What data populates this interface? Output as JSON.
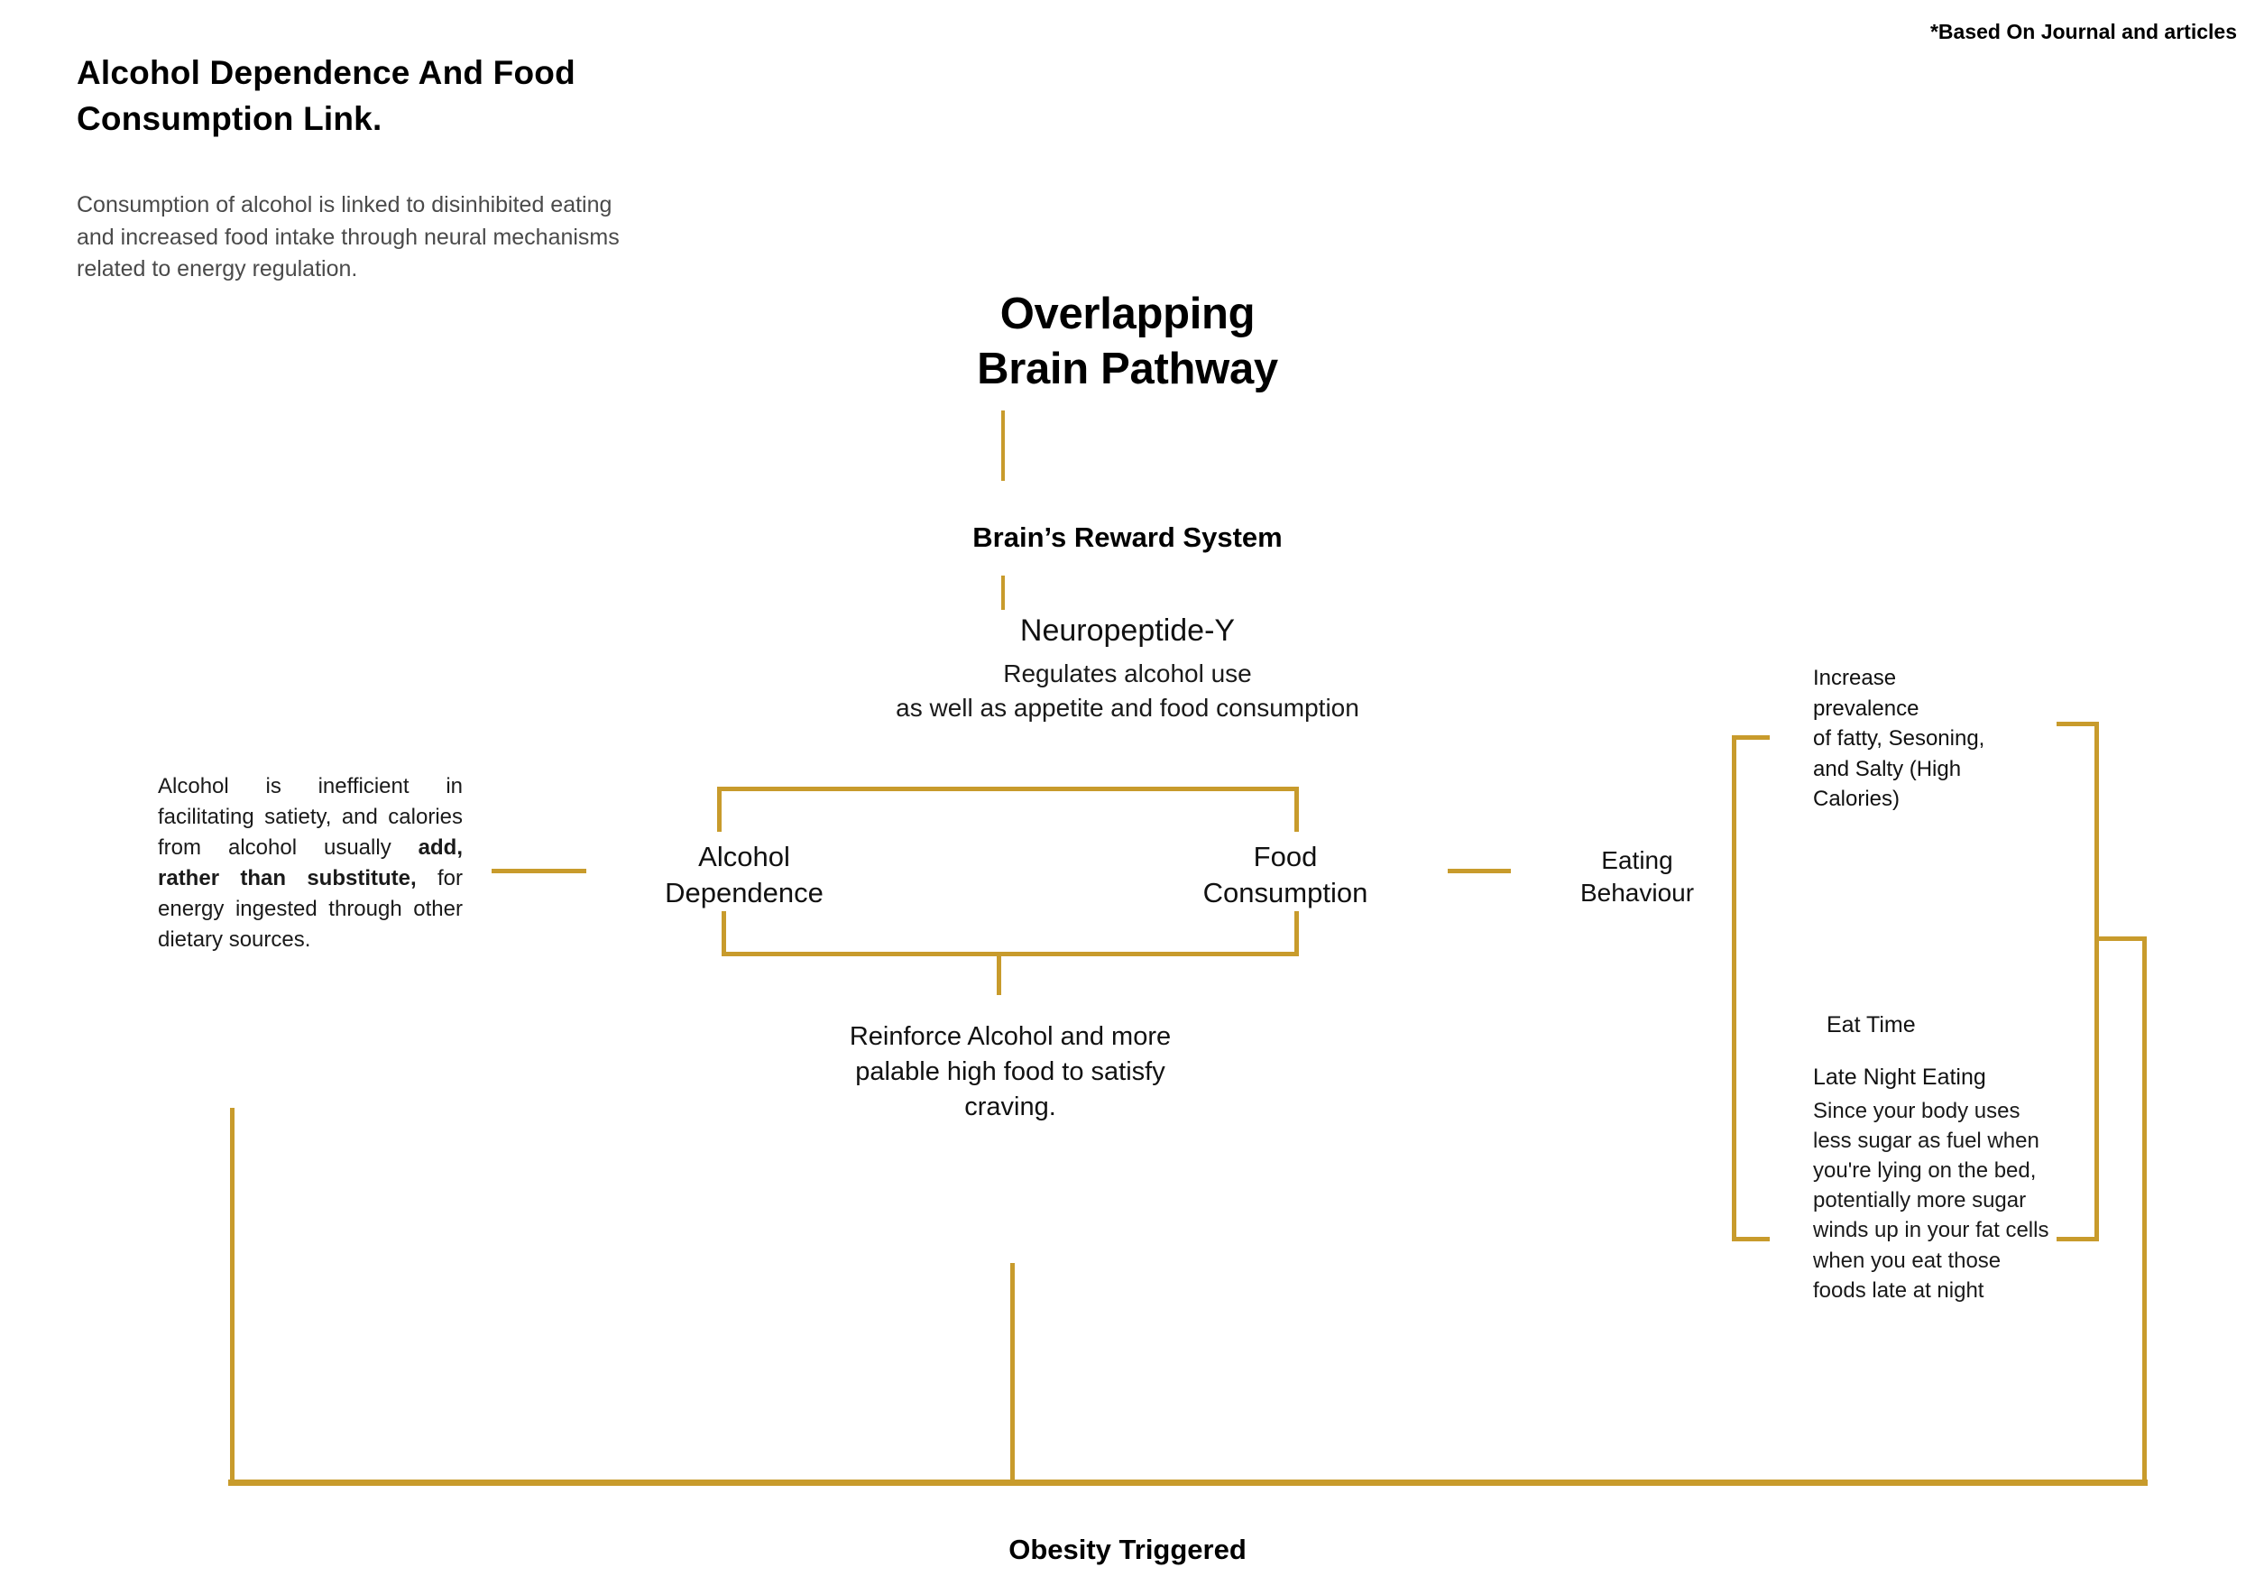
{
  "header": {
    "title_line1": "Alcohol Dependence And",
    "title_line2": "Food Consumption Link.",
    "subtitle": "Consumption of alcohol is linked to disinhibited eating and increased food intake  through neural mechanisms related to energy regulation.",
    "source_note": "*Based On Journal and articles"
  },
  "diagram": {
    "main_title_line1": "Overlapping",
    "main_title_line2": "Brain Pathway",
    "reward_system": "Brain’s Reward System",
    "npy_name": "Neuropeptide-Y",
    "npy_desc_line1": "Regulates alcohol use",
    "npy_desc_line2": "as well as appetite and food consumption",
    "node_alcohol_line1": "Alcohol",
    "node_alcohol_line2": "Dependence",
    "node_food_line1": "Food",
    "node_food_line2": "Consumption",
    "node_eating_line1": "Eating",
    "node_eating_line2": "Behaviour",
    "reinforce_line1": "Reinforce Alcohol and more",
    "reinforce_line2": "palable high food to satisfy",
    "reinforce_line3": "craving.",
    "obesity": "Obesity Triggered"
  },
  "left_note": {
    "part1": "Alcohol is inefficient in facilitating satiety, and calories from alcohol usually ",
    "bold": "add, rather than substitute,",
    "part2": " for energy ingested through other dietary sources."
  },
  "right_blocks": {
    "high_calorie_line1": "Increase",
    "high_calorie_line2": "prevalence",
    "high_calorie_line3": "of fatty, Sesoning,",
    "high_calorie_line4": "and Salty (High",
    "high_calorie_line5": "Calories)",
    "eat_time_title": "Eat Time",
    "late_night_title": "Late Night Eating",
    "late_night_body": "Since your body uses less sugar as fuel when you're lying on the bed, potentially more sugar winds up in your fat cells when you eat those foods late at night"
  },
  "colors": {
    "accent": "#C89B2C",
    "text": "#111111",
    "muted": "#4a4a4a",
    "background": "#ffffff"
  }
}
